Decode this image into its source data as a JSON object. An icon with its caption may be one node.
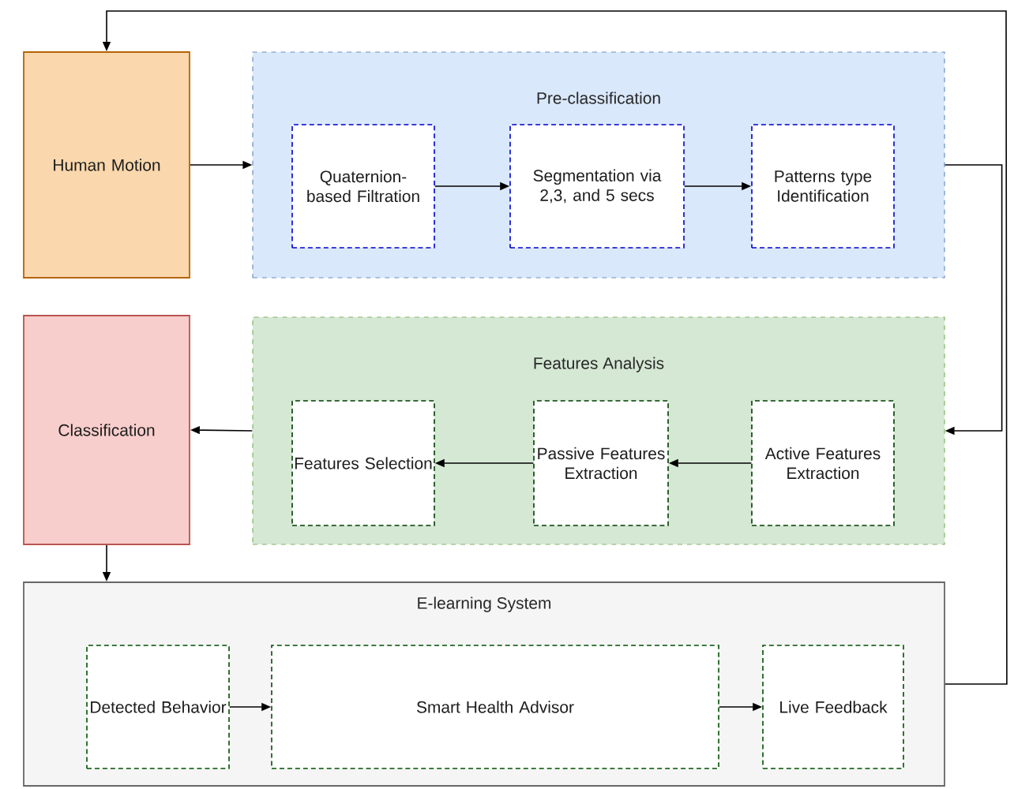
{
  "diagram": {
    "nodes": [
      {
        "text": [
          "Human Motion"
        ]
      },
      {
        "text": [
          "Pre-classification"
        ]
      },
      {
        "text": [
          "Quaternion-based Filtration"
        ],
        "in": 1
      },
      {
        "text": [
          "Segmentation via 2,3, and 5 secs"
        ],
        "in": 1
      },
      {
        "text": [
          "Patterns type Identification"
        ],
        "in": 1
      },
      {
        "text": [
          "Classification"
        ]
      },
      {
        "text": [
          "Features Analysis"
        ]
      },
      {
        "text": [
          "Features Selection"
        ],
        "in": 6
      },
      {
        "text": [
          "Passive Features Extraction"
        ],
        "in": 6
      },
      {
        "text": [
          "Active Features Extraction"
        ],
        "in": 6
      },
      {
        "text": [
          "E-learning System"
        ]
      },
      {
        "text": [
          "Detected Behavior"
        ],
        "in": 10
      },
      {
        "text": [
          "Smart Health Advisor"
        ],
        "in": 10
      },
      {
        "text": [
          "Live Feedback"
        ],
        "in": 10
      }
    ],
    "edges": [
      {
        "from": 0,
        "to": 1,
        "arrow": "to"
      },
      {
        "from": 2,
        "to": 3,
        "arrow": "to"
      },
      {
        "from": 3,
        "to": 4,
        "arrow": "to"
      },
      {
        "from": 1,
        "to": 6,
        "arrow": "to"
      },
      {
        "from": 9,
        "to": 8,
        "arrow": "to"
      },
      {
        "from": 8,
        "to": 7,
        "arrow": "to"
      },
      {
        "from": 6,
        "to": 5,
        "arrow": "to"
      },
      {
        "from": 5,
        "to": 10,
        "arrow": "to"
      },
      {
        "from": 11,
        "to": 12,
        "arrow": "to"
      },
      {
        "from": 12,
        "to": 13,
        "arrow": "to"
      },
      {
        "from": 10,
        "to": 0,
        "arrow": "to"
      }
    ]
  }
}
